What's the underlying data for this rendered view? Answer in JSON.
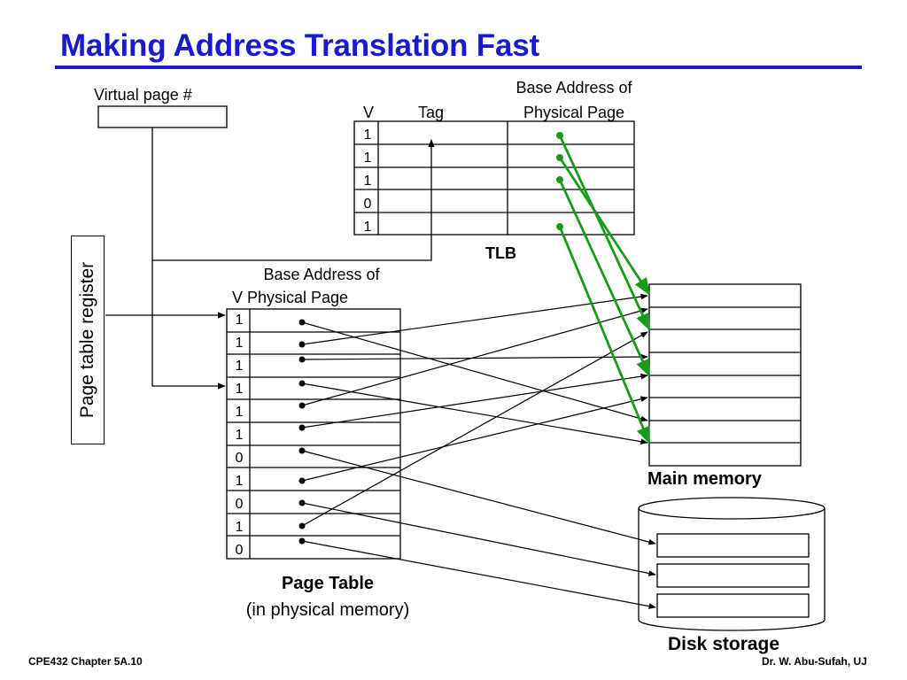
{
  "slide": {
    "title": "Making Address Translation Fast",
    "title_color": "#1a1acc",
    "footer_left": "CPE432  Chapter 5A.10",
    "footer_right": "Dr. W. Abu-Sufah, UJ"
  },
  "virtual_page": {
    "label": "Virtual page #"
  },
  "page_table_register": {
    "label": "Page table register"
  },
  "tlb": {
    "caption": "TLB",
    "col_v": "V",
    "col_tag": "Tag",
    "col_base_line1": "Base Address of",
    "col_base_line2": "Physical Page",
    "valid_bits": [
      "1",
      "1",
      "1",
      "0",
      "1"
    ],
    "pointer_color": "#1a9a1a"
  },
  "page_table": {
    "caption": "Page Table",
    "subcaption": "(in physical memory)",
    "col_v": "V",
    "col_base_line1": "Base Address of",
    "col_base_line2": "Physical Page",
    "valid_bits": [
      "1",
      "1",
      "1",
      "1",
      "1",
      "1",
      "0",
      "1",
      "0",
      "1",
      "0"
    ]
  },
  "main_memory": {
    "caption": "Main memory",
    "frames": 8
  },
  "disk": {
    "caption": "Disk storage",
    "blocks": 3
  }
}
